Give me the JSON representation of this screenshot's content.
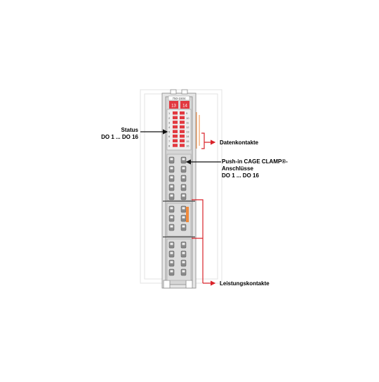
{
  "module": {
    "part_number": "750-1504",
    "header_labels": [
      "13",
      "14"
    ],
    "led_numbers_left": [
      "1",
      "2",
      "3",
      "4",
      "5",
      "6",
      "7",
      "8"
    ],
    "led_numbers_right": [
      "9",
      "10",
      "11",
      "12",
      "13",
      "14",
      "15",
      "16"
    ]
  },
  "callouts": {
    "status_line1": "Status",
    "status_line2": "DO 1 ... DO 16",
    "data_contacts": "Datenkontakte",
    "push_in_line1": "Push-in CAGE CLAMP®-",
    "push_in_line2": "Anschlüsse",
    "push_in_line3": "DO 1 ... DO 16",
    "power_contacts": "Leistungskontakte"
  },
  "colors": {
    "module_body": "#d6d6d6",
    "module_outline": "#8a8a8a",
    "accent_red": "#e2383f",
    "contact_orange": "#f08a3c",
    "arrow_black": "#111111",
    "arrow_red": "#d9232a"
  }
}
